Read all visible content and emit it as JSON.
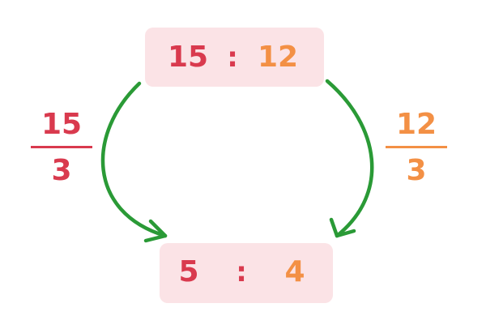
{
  "colors": {
    "first": "#d93a4e",
    "second": "#f39045",
    "arrow": "#2a9a36",
    "box": "#fbe3e6",
    "colon": "#d93a4e"
  },
  "top_ratio": {
    "left": "15",
    "colon": ":",
    "right": "12"
  },
  "bottom_ratio": {
    "left": "5",
    "colon": ":",
    "right": "4"
  },
  "left_fraction": {
    "numerator": "15",
    "denominator": "3"
  },
  "right_fraction": {
    "numerator": "12",
    "denominator": "3"
  },
  "arrows": [
    {
      "from": "top-ratio",
      "to": "bottom-ratio-left",
      "side": "left"
    },
    {
      "from": "top-ratio",
      "to": "bottom-ratio-right",
      "side": "right"
    }
  ]
}
